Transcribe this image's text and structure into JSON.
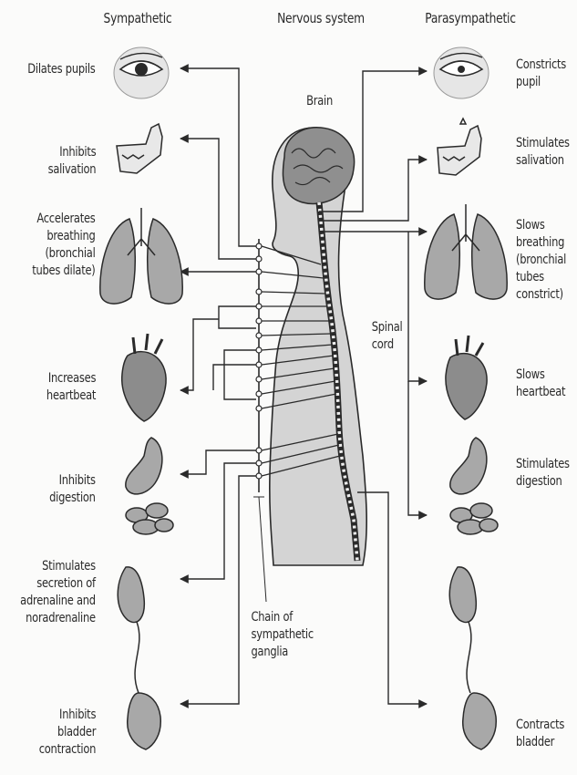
{
  "headers": {
    "sympathetic": "Sympathetic",
    "nervous_system": "Nervous system",
    "parasympathetic": "Parasympathetic"
  },
  "center_labels": {
    "brain": "Brain",
    "spinal_cord": "Spinal\ncord",
    "chain": "Chain of\nsympathetic\nganglia"
  },
  "sympathetic": [
    {
      "organ": "eye-icon",
      "text": "Dilates pupils"
    },
    {
      "organ": "salivary-gland-icon",
      "text": "Inhibits\nsalivation"
    },
    {
      "organ": "lungs-icon",
      "text": "Accelerates\nbreathing\n(bronchial\ntubes dilate)"
    },
    {
      "organ": "heart-icon",
      "text": "Increases\nheartbeat"
    },
    {
      "organ": "stomach-intestines-icon",
      "text": "Inhibits\ndigestion"
    },
    {
      "organ": "adrenal-kidney-icon",
      "text": "Stimulates\nsecretion of\nadrenaline and\nnoradrenaline"
    },
    {
      "organ": "bladder-icon",
      "text": "Inhibits\nbladder\ncontraction"
    }
  ],
  "parasympathetic": [
    {
      "organ": "eye-icon",
      "text": "Constricts\npupil"
    },
    {
      "organ": "salivary-gland-icon",
      "text": "Stimulates\nsalivation"
    },
    {
      "organ": "lungs-icon",
      "text": "Slows\nbreathing\n(bronchial\ntubes\nconstrict)"
    },
    {
      "organ": "heart-icon",
      "text": "Slows\nheartbeat"
    },
    {
      "organ": "stomach-intestines-icon",
      "text": "Stimulates\ndigestion"
    },
    {
      "organ": "bladder-icon",
      "text": "Contracts\nbladder"
    }
  ],
  "colors": {
    "ink": "#2a2a2a",
    "body_fill": "#d4d4d4",
    "organ_fill": "#a8a8a8",
    "brain_fill": "#8f8f8f"
  }
}
